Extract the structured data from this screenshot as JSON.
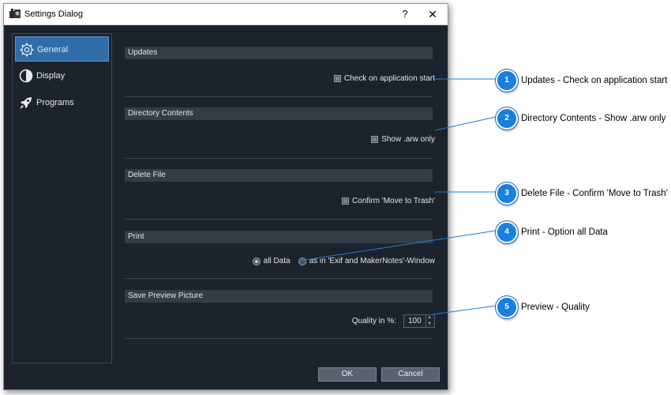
{
  "window": {
    "title": "Settings Dialog",
    "help_label": "?",
    "close_label": "✕"
  },
  "sidebar": {
    "items": [
      {
        "label": "General",
        "icon": "gear-icon",
        "selected": true
      },
      {
        "label": "Display",
        "icon": "contrast-icon",
        "selected": false
      },
      {
        "label": "Programs",
        "icon": "rocket-icon",
        "selected": false
      }
    ]
  },
  "sections": {
    "updates": {
      "header": "Updates",
      "option": "Check on application start"
    },
    "directory": {
      "header": "Directory Contents",
      "option": "Show .arw only"
    },
    "delete": {
      "header": "Delete File",
      "option": "Confirm 'Move to Trash'"
    },
    "print": {
      "header": "Print",
      "option_all": "all Data",
      "option_exif": "as in 'Exif and MakerNotes'-Window"
    },
    "preview": {
      "header": "Save Preview Picture",
      "quality_label": "Quality in %:",
      "quality_value": "100"
    }
  },
  "buttons": {
    "ok": "OK",
    "cancel": "Cancel"
  },
  "callouts": [
    {
      "number": "1",
      "text": "Updates - Check on application start"
    },
    {
      "number": "2",
      "text": "Directory Contents - Show .arw only"
    },
    {
      "number": "3",
      "text": "Delete File - Confirm 'Move to Trash'"
    },
    {
      "number": "4",
      "text": "Print - Option all Data"
    },
    {
      "number": "5",
      "text": "Preview - Quality"
    }
  ],
  "colors": {
    "accent": "#1a7fe0",
    "dialog_bg": "#1c232c",
    "selected": "#2f6ea8"
  }
}
